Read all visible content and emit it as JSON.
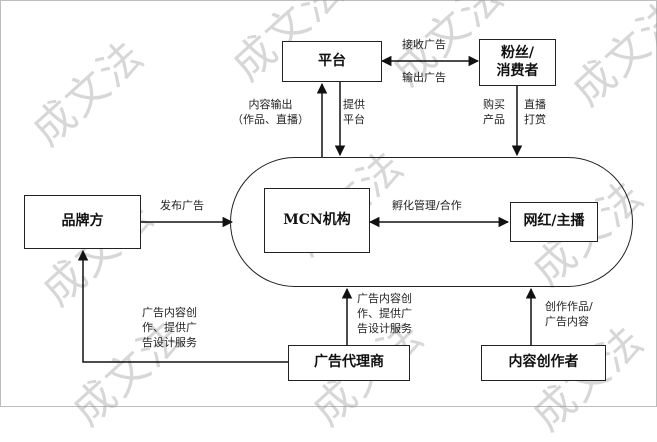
{
  "nodes": {
    "platform": "平台",
    "fans": "粉丝/\n消费者",
    "brand": "品牌方",
    "mcn": "MCN机构",
    "influencer": "网红/主播",
    "ad_agency": "广告代理商",
    "creator": "内容创作者"
  },
  "edges": {
    "receive_ads": "接收广告",
    "output_ads": "输出广告",
    "content_output": "内容输出\n（作品、直播）",
    "provide_platform": "提供\n平台",
    "buy_products": "购买\n产品",
    "live_tips": "直播\n打赏",
    "publish_ads": "发布广告",
    "incubate": "孵化管理/合作",
    "agency_to_brand": "广告内容创\n作、提供广\n告设计服务",
    "agency_to_mcn": "广告内容创\n作、提供广\n告设计服务",
    "creator_to_mcn": "创作作品/\n广告内容"
  },
  "watermark": "成文法"
}
